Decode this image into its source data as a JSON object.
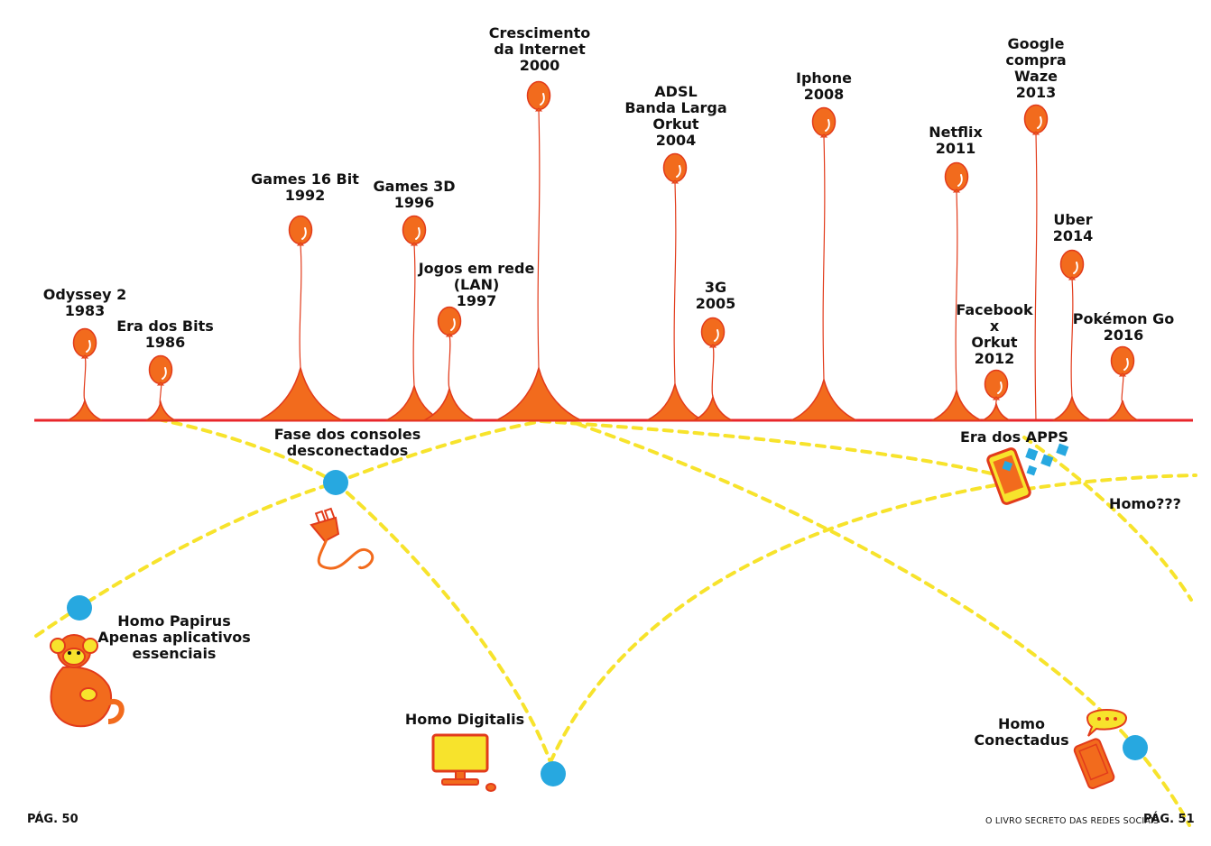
{
  "colors": {
    "accent": "#f26b1d",
    "accent_stroke": "#e23b1b",
    "timeline": "#e8262b",
    "path": "#f7e32c",
    "node": "#27a8e0"
  },
  "timeline_events": [
    {
      "id": "odyssey-2",
      "lines": [
        "Odyssey 2",
        "1983"
      ]
    },
    {
      "id": "era-dos-bits",
      "lines": [
        "Era dos Bits",
        "1986"
      ]
    },
    {
      "id": "games-16-bit",
      "lines": [
        "Games 16 Bit",
        "1992"
      ]
    },
    {
      "id": "games-3d",
      "lines": [
        "Games 3D",
        "1996"
      ]
    },
    {
      "id": "jogos-em-rede",
      "lines": [
        "Jogos em rede",
        "(LAN)",
        "1997"
      ]
    },
    {
      "id": "crescimento-da-internet",
      "lines": [
        "Crescimento",
        "da Internet",
        "2000"
      ]
    },
    {
      "id": "adsl",
      "lines": [
        "ADSL",
        "Banda Larga",
        "Orkut",
        "2004"
      ]
    },
    {
      "id": "3g",
      "lines": [
        "3G",
        "2005"
      ]
    },
    {
      "id": "iphone",
      "lines": [
        "Iphone",
        "2008"
      ]
    },
    {
      "id": "netflix",
      "lines": [
        "Netflix",
        "2011"
      ]
    },
    {
      "id": "facebook-x-orkut",
      "lines": [
        "Facebook",
        "x",
        "Orkut",
        "2012"
      ]
    },
    {
      "id": "google-compra-waze",
      "lines": [
        "Google",
        "compra",
        "Waze",
        "2013"
      ]
    },
    {
      "id": "uber",
      "lines": [
        "Uber",
        "2014"
      ]
    },
    {
      "id": "pokemon-go",
      "lines": [
        "Pokémon Go",
        "2016"
      ]
    }
  ],
  "phases": {
    "consoles": [
      "Fase dos consoles",
      "desconectados"
    ],
    "apps": [
      "Era dos APPS"
    ],
    "homo_unknown": [
      "Homo???"
    ],
    "homo_papirus": [
      "Homo Papirus",
      "Apenas aplicativos",
      "essenciais"
    ],
    "homo_digitalis": [
      "Homo Digitalis"
    ],
    "homo_conectadus": [
      "Homo",
      "Conectadus"
    ]
  },
  "footer": {
    "left_page": "PÁG. 50",
    "book_title": "O LIVRO SECRETO DAS REDES SOCIAIS",
    "right_page": "PÁG. 51"
  }
}
